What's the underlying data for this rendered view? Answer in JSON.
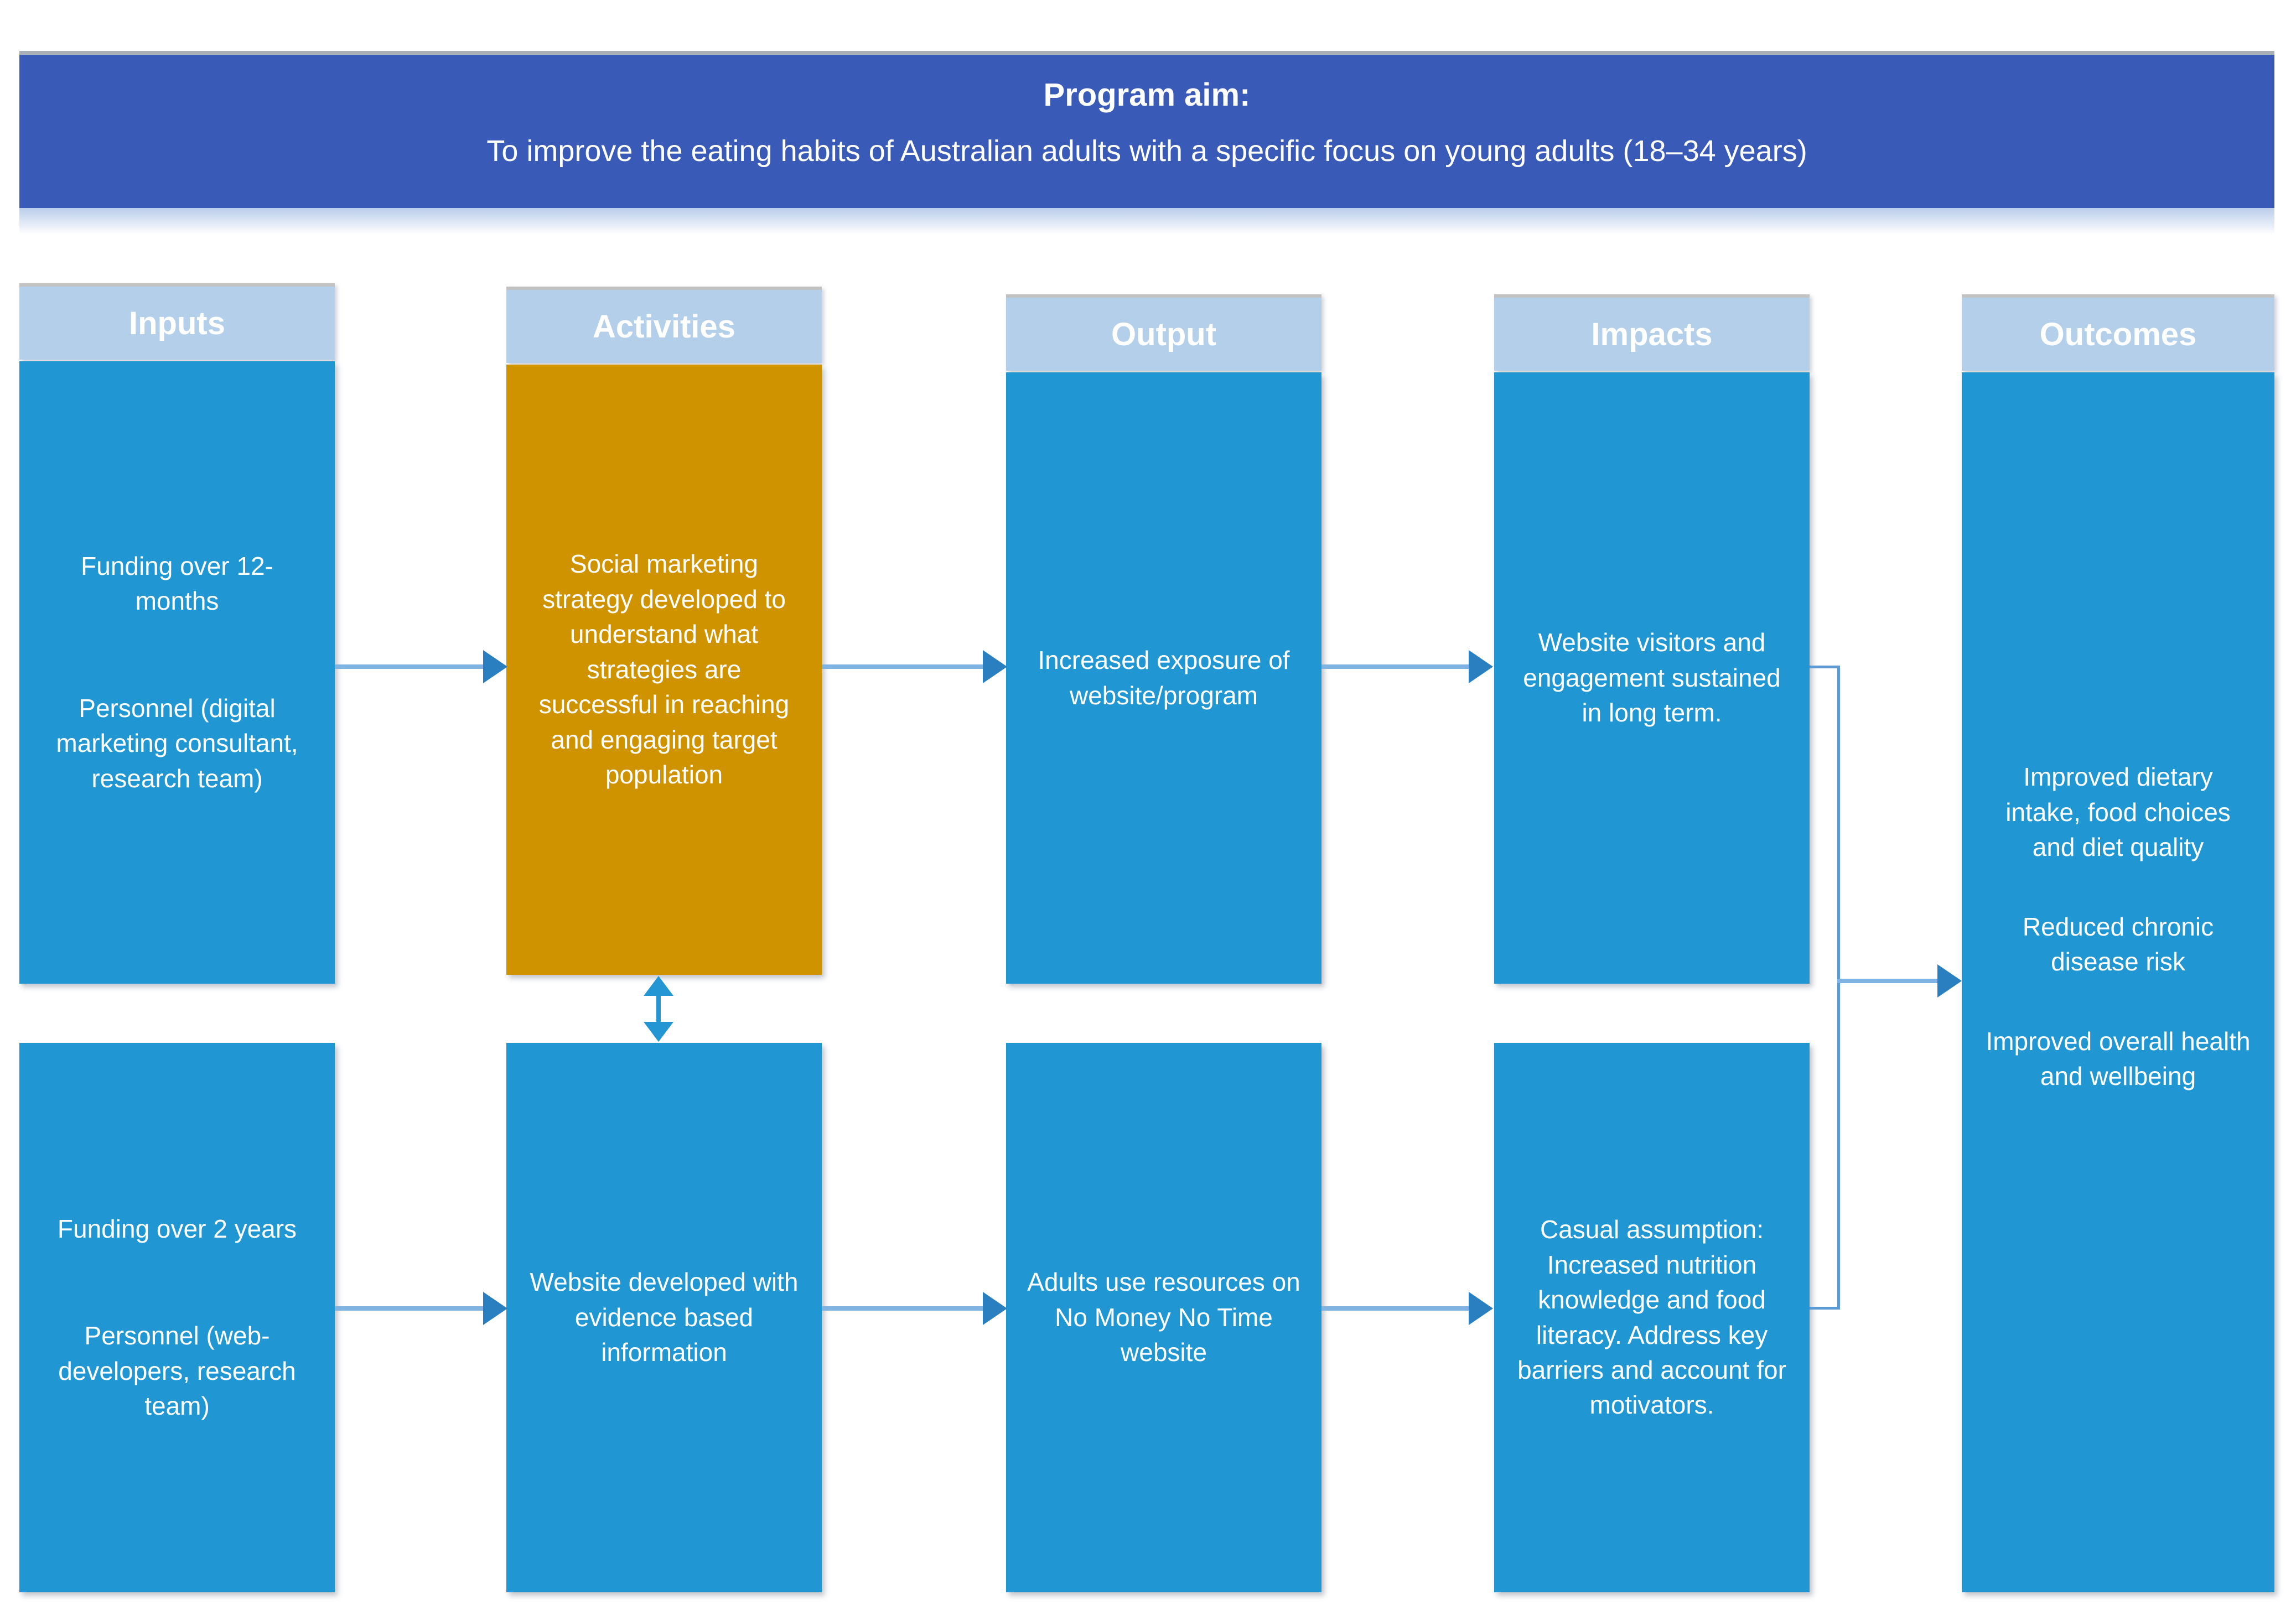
{
  "banner": {
    "title": "Program aim:",
    "subtitle": "To improve the eating habits of Australian adults with a specific focus on young adults (18–34 years)"
  },
  "columns": {
    "inputs": {
      "header": "Inputs",
      "top": [
        "Funding over 12-months",
        "Personnel (digital marketing consultant, research team)"
      ],
      "bottom": [
        "Funding over 2 years",
        "Personnel (web-developers, research team)"
      ]
    },
    "activities": {
      "header": "Activities",
      "top": [
        "Social marketing strategy developed to understand what strategies are successful in reaching and engaging target population"
      ],
      "bottom": [
        "Website developed with evidence based information"
      ]
    },
    "output": {
      "header": "Output",
      "top": [
        "Increased exposure of website/program"
      ],
      "bottom": [
        "Adults use resources on No Money No Time website"
      ]
    },
    "impacts": {
      "header": "Impacts",
      "top": [
        "Website visitors and engagement sustained in long term."
      ],
      "bottom": [
        "Casual assumption: Increased nutrition knowledge and food literacy. Address key barriers and account for motivators."
      ]
    },
    "outcomes": {
      "header": "Outcomes",
      "box": [
        "Improved dietary intake, food choices and diet quality",
        "Reduced chronic disease risk",
        "Improved overall health and wellbeing"
      ]
    }
  },
  "arrows": {
    "flow": [
      "inputs-top to activities-top",
      "activities-top to output-top",
      "output-top to impacts-top",
      "inputs-bottom to activities-bottom",
      "activities-bottom to output-bottom",
      "output-bottom to impacts-bottom",
      "impacts (both) to outcomes"
    ],
    "bidirectional": "activities-top to activities-bottom"
  },
  "colors": {
    "banner_blue": "#3A5AB8",
    "header_light_blue": "#B4CFE9",
    "box_blue": "#2096D3",
    "box_orange": "#D09300",
    "arrow_line": "#7FB3E3",
    "arrow_head": "#2A7FC0",
    "double_arrow": "#2596D4",
    "connector": "#5B9BD5",
    "text": "#FFFFFF"
  }
}
